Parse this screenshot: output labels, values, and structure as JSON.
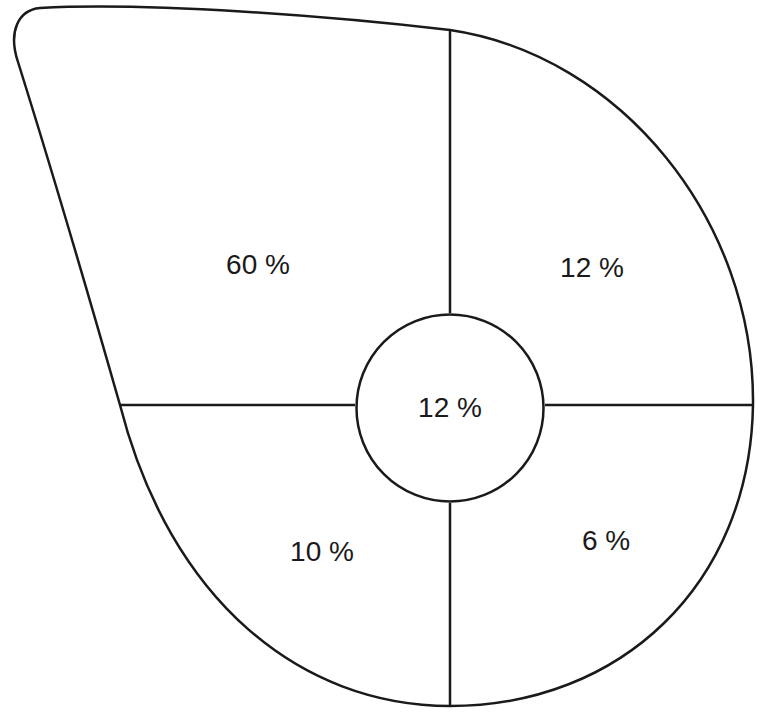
{
  "diagram": {
    "nodes": [
      {
        "text": [
          "12 %"
        ]
      }
    ],
    "labels": [
      "60 %",
      "12 %",
      "10 %",
      "6 %"
    ]
  }
}
